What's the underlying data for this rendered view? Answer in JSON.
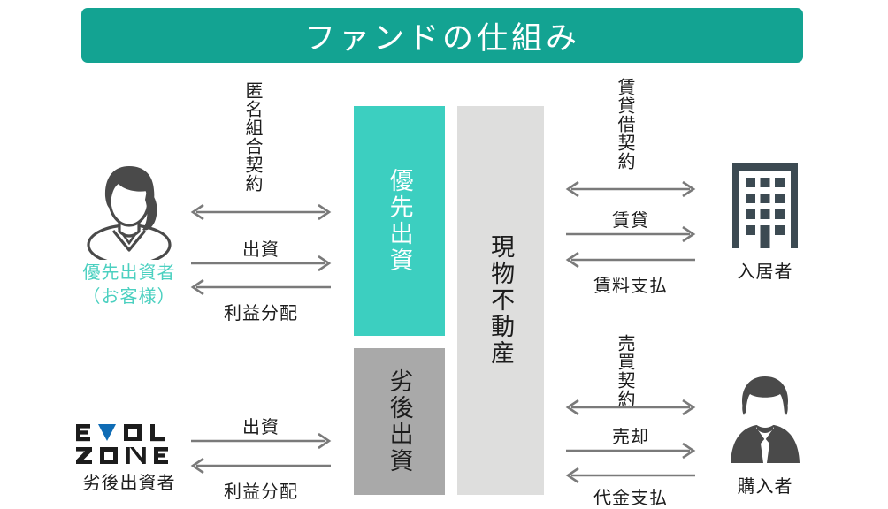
{
  "header": {
    "title": "ファンドの仕組み",
    "bg_color": "#13a392",
    "text_color": "#ffffff"
  },
  "colors": {
    "header_teal": "#13a392",
    "bar_teal": "#3ccfc0",
    "bar_gray": "#a9a9a9",
    "bar_light_gray": "#dededd",
    "label_teal": "#4bd0c0",
    "icon_dark": "#4a4a4a",
    "building_slate": "#3c4a52",
    "logo_blue": "#0f6cb5",
    "arrow_gray": "#7a7a7a",
    "text_black": "#1c1c1c"
  },
  "center_bars": [
    {
      "id": "senior-investment",
      "label": "優先出資",
      "fill": "#3ccfc0",
      "text_color": "#ffffff"
    },
    {
      "id": "subordinated-investment",
      "label": "劣後出資",
      "fill": "#a9a9a9",
      "text_color": "#1c1c1c"
    },
    {
      "id": "real-estate",
      "label": "現物不動産",
      "fill": "#dededd",
      "text_color": "#1c1c1c"
    }
  ],
  "actors": {
    "senior_investor": {
      "icon": "woman-avatar-icon",
      "label_line1": "優先出資者",
      "label_line2": "（お客様）",
      "label_color": "#4bd0c0"
    },
    "subordinated_investor": {
      "icon": "evol-zone-logo",
      "logo_line1": "EVOL",
      "logo_line2": "ZONE",
      "label": "劣後出資者"
    },
    "tenant": {
      "icon": "building-icon",
      "label": "入居者"
    },
    "buyer": {
      "icon": "businessman-icon",
      "label": "購入者"
    }
  },
  "flows": {
    "left_top": [
      {
        "id": "silent-partnership-contract",
        "label": "匿名組合契約",
        "orientation": "vertical",
        "direction": "both"
      },
      {
        "id": "investment-in",
        "label": "出資",
        "orientation": "horizontal",
        "direction": "right"
      },
      {
        "id": "profit-distribution",
        "label": "利益分配",
        "orientation": "horizontal",
        "direction": "left"
      }
    ],
    "left_bottom": [
      {
        "id": "investment-in-sub",
        "label": "出資",
        "orientation": "horizontal",
        "direction": "right"
      },
      {
        "id": "profit-distribution-sub",
        "label": "利益分配",
        "orientation": "horizontal",
        "direction": "left"
      }
    ],
    "right_top": [
      {
        "id": "lease-contract",
        "label": "賃貸借契約",
        "orientation": "vertical",
        "direction": "both"
      },
      {
        "id": "lease",
        "label": "賃貸",
        "orientation": "horizontal",
        "direction": "right"
      },
      {
        "id": "rent-payment",
        "label": "賃料支払",
        "orientation": "horizontal",
        "direction": "left"
      }
    ],
    "right_bottom": [
      {
        "id": "sales-contract",
        "label": "売買契約",
        "orientation": "vertical",
        "direction": "both"
      },
      {
        "id": "sale",
        "label": "売却",
        "orientation": "horizontal",
        "direction": "right"
      },
      {
        "id": "price-payment",
        "label": "代金支払",
        "orientation": "horizontal",
        "direction": "left"
      }
    ]
  }
}
